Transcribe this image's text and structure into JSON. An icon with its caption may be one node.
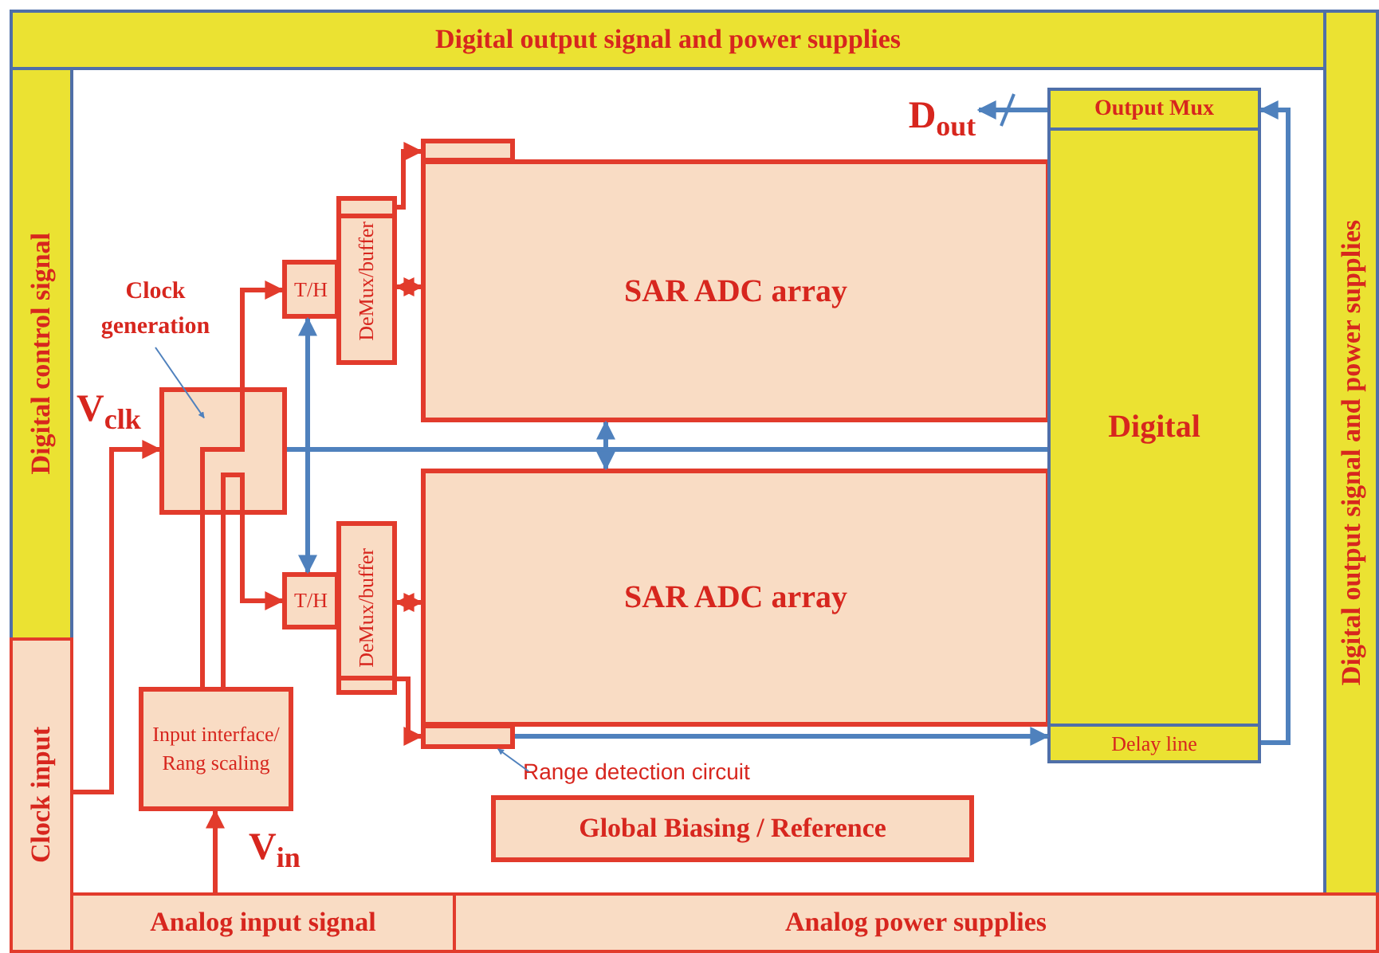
{
  "diagram": {
    "nodes": [
      {
        "text": [
          "Digital output signal and power supplies"
        ]
      },
      {
        "text": [
          "Digital control signal"
        ]
      },
      {
        "text": [
          "Digital output signal and power supplies"
        ]
      },
      {
        "text": [
          "Clock input"
        ]
      },
      {
        "text": [
          "Analog input signal"
        ]
      },
      {
        "text": [
          "Analog power supplies"
        ]
      },
      {
        "text": [
          "Clock generation"
        ]
      },
      {
        "text": [],
        "shape": "box"
      },
      {
        "text": [
          "T/H"
        ]
      },
      {
        "text": [
          "DeMux/buffer"
        ]
      },
      {
        "text": [],
        "shape": "box"
      },
      {
        "text": [
          "SAR ADC array"
        ]
      },
      {
        "text": [
          "T/H"
        ]
      },
      {
        "text": [
          "DeMux/buffer"
        ]
      },
      {
        "text": [
          "SAR ADC array"
        ]
      },
      {
        "text": [],
        "shape": "box"
      },
      {
        "text": [
          "Range detection circuit"
        ]
      },
      {
        "text": [
          "Digital"
        ]
      },
      {
        "text": [
          "Output Mux"
        ]
      },
      {
        "text": [
          "Delay line"
        ]
      },
      {
        "text": [
          "Input interface/ Rang scaling"
        ]
      },
      {
        "text": [
          "Global Biasing / Reference"
        ]
      },
      {
        "text": [
          "D$_{out}$"
        ]
      }
    ],
    "edges": [
      {
        "from": 3,
        "to": 7,
        "arrow": "to",
        "label": "V$_{clk}$",
        "color": "#e23b2c"
      },
      {
        "from": 4,
        "to": 20,
        "arrow": "to",
        "label": "V$_{in}$",
        "color": "#e23b2c"
      },
      {
        "from": 20,
        "to": 7,
        "arrow": "none",
        "color": "#e23b2c"
      },
      {
        "from": 20,
        "to": 7,
        "arrow": "none",
        "color": "#e23b2c"
      },
      {
        "from": 9,
        "to": 11,
        "arrow": "both",
        "color": "#e23b2c"
      },
      {
        "from": 9,
        "to": 10,
        "arrow": "to",
        "color": "#e23b2c"
      },
      {
        "from": 13,
        "to": 14,
        "arrow": "both",
        "color": "#e23b2c"
      },
      {
        "from": 13,
        "to": 15,
        "arrow": "to",
        "color": "#e23b2c"
      },
      {
        "from": 7,
        "to": 17,
        "arrow": "none",
        "color": "#4f81bd"
      },
      {
        "from": 8,
        "to": 12,
        "arrow": "both",
        "color": "#4f81bd"
      },
      {
        "from": 11,
        "to": 14,
        "arrow": "both",
        "color": "#4f81bd"
      },
      {
        "from": 15,
        "to": 19,
        "arrow": "to",
        "color": "#4f81bd"
      },
      {
        "from": 19,
        "to": 18,
        "arrow": "to",
        "color": "#4f81bd"
      },
      {
        "from": 18,
        "to": 22,
        "arrow": "to",
        "color": "#4f81bd"
      },
      {
        "from": 6,
        "to": 7,
        "arrow": "to",
        "color": "#4f81bd"
      },
      {
        "from": 16,
        "to": 15,
        "arrow": "to",
        "color": "#4f81bd"
      },
      {
        "from": 7,
        "to": 8,
        "arrow": "to",
        "color": "#e23b2c"
      },
      {
        "from": 7,
        "to": 12,
        "arrow": "to",
        "color": "#e23b2c"
      }
    ]
  }
}
